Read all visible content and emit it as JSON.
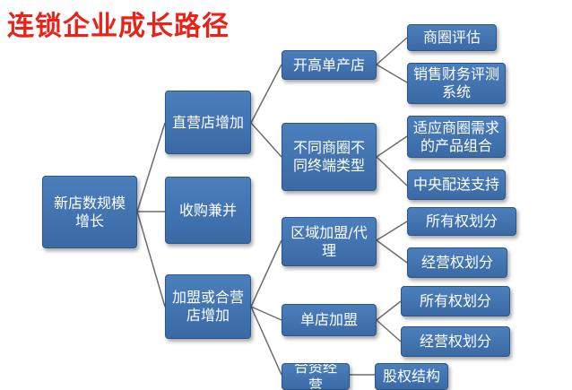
{
  "title": "连锁企业成长路径",
  "nodes": {
    "root": "新店数规模增长",
    "direct": "直营店增加",
    "acquire": "收购兼并",
    "franchise": "加盟或合营店增加",
    "high_single": "开高单产店",
    "diff_types": "不同商圈不同终端类型",
    "region": "区域加盟/代理",
    "single_store": "单店加盟",
    "joint": "合资经营",
    "biz_eval": "商圈评估",
    "sales_fin": "销售财务评测系统",
    "adapt": "适应商圈需求的产品组合",
    "central": "中央配送支持",
    "own1": "所有权划分",
    "op1": "经营权划分",
    "own2": "所有权划分",
    "op2": "经营权划分",
    "equity": "股权结构"
  }
}
